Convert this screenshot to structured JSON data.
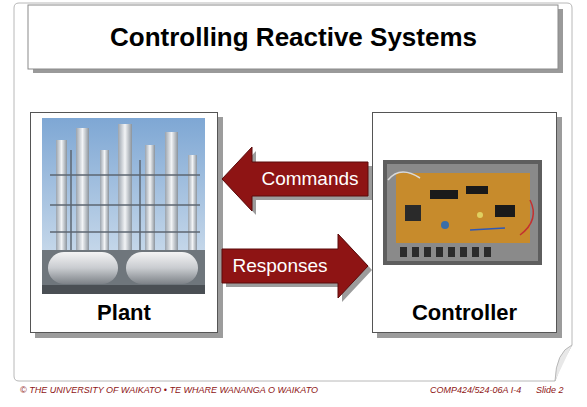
{
  "diagram": {
    "title": "Controlling Reactive Systems",
    "nodes": [
      {
        "text": [
          "Plant"
        ]
      },
      {
        "text": [
          "Controller"
        ]
      }
    ],
    "edges": [
      {
        "from": 1,
        "to": 0,
        "label": "Commands",
        "arrow": "to"
      },
      {
        "from": 0,
        "to": 1,
        "label": "Responses",
        "arrow": "to"
      }
    ],
    "labels": [
      "© THE UNIVERSITY OF WAIKATO • TE WHARE WANANGA O WAIKATO",
      "COMP424/524-06A I-4",
      "Slide 2"
    ]
  }
}
